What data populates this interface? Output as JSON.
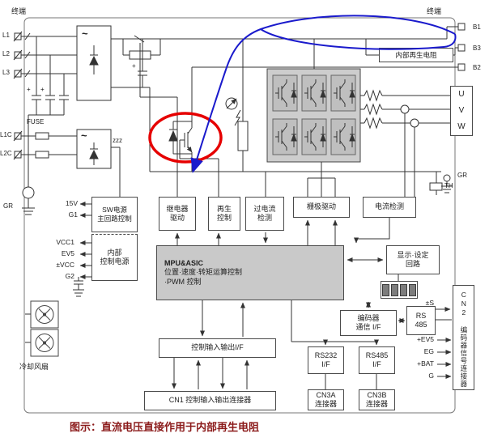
{
  "title_labels": {
    "terminal_left": "终端",
    "terminal_right": "终端"
  },
  "terminals": {
    "l1": "L1",
    "l2": "L2",
    "l3": "L3",
    "fuse": "FUSE",
    "l1c": "L1C",
    "l2c": "L2C",
    "gr_left": "GR",
    "gr_right": "GR",
    "b1": "B1",
    "b3": "B3",
    "b2": "B2",
    "u": "U",
    "v": "V",
    "w": "W",
    "th": "TH"
  },
  "blocks": {
    "internal_regen_resistor": "内部再生电阻",
    "sw_power": [
      "SW电源",
      "主回路控制"
    ],
    "internal_control_power": [
      "内部",
      "控制电源"
    ],
    "relay_drive": [
      "继电器",
      "驱动"
    ],
    "regen_control": [
      "再生",
      "控制"
    ],
    "overcurrent_detect": [
      "过电流",
      "检测"
    ],
    "gate_drive": "栅极驱动",
    "current_detect": "电流检测",
    "mpu": [
      "MPU&ASIC",
      "位置·速度·转矩运算控制",
      "·PWM 控制"
    ],
    "display_setting": [
      "显示·设定",
      "回路"
    ],
    "encoder_comm": [
      "编码器",
      "通信 I/F"
    ],
    "rs485": [
      "RS",
      "485"
    ],
    "control_io": "控制输入输出I/F",
    "rs232_if": [
      "RS232",
      "I/F"
    ],
    "rs485_if": [
      "RS485",
      "I/F"
    ],
    "cn1": "CN1 控制输入输出连接器",
    "cn3a": [
      "CN3A",
      "连接器"
    ],
    "cn3b": [
      "CN3B",
      "连接器"
    ],
    "cn2": "CN2 编码器信号连接器",
    "cooling_fan": "冷却风扇"
  },
  "signals": {
    "sw_out": [
      "15V",
      "G1"
    ],
    "control_out": [
      "VCC1",
      "EV5",
      "±VCC",
      "G2"
    ],
    "encoder_side": [
      "±S",
      "+EV5",
      "EG",
      "+BAT",
      "G"
    ]
  },
  "icons": {
    "ac": "~",
    "transformer": "zzz",
    "plus": "+"
  },
  "caption": "图示：直流电压直接作用于内部再生电阻",
  "colors": {
    "highlight": "#e60000",
    "annotation": "#1a1acc",
    "caption": "#8b1a1a",
    "module_fill": "#c9c9c9"
  }
}
